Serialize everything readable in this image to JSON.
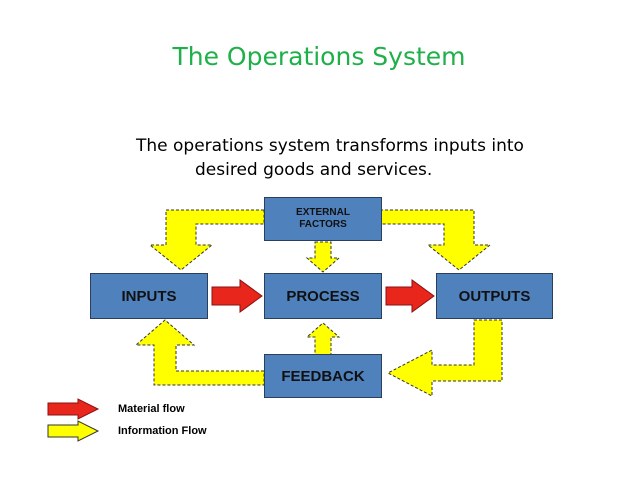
{
  "title": "The Operations System",
  "subtitle": {
    "line1": "The operations system transforms inputs into",
    "line2": "desired goods and services."
  },
  "boxes": {
    "external": "EXTERNAL\nFACTORS",
    "inputs": "INPUTS",
    "process": "PROCESS",
    "outputs": "OUTPUTS",
    "feedback": "FEEDBACK"
  },
  "legend": {
    "material": "Material flow",
    "information": "Information Flow"
  },
  "colors": {
    "box_fill": "#4f81bd",
    "material_arrow": "#e8261c",
    "information_arrow": "#ffff00",
    "title": "#1fb04a"
  }
}
